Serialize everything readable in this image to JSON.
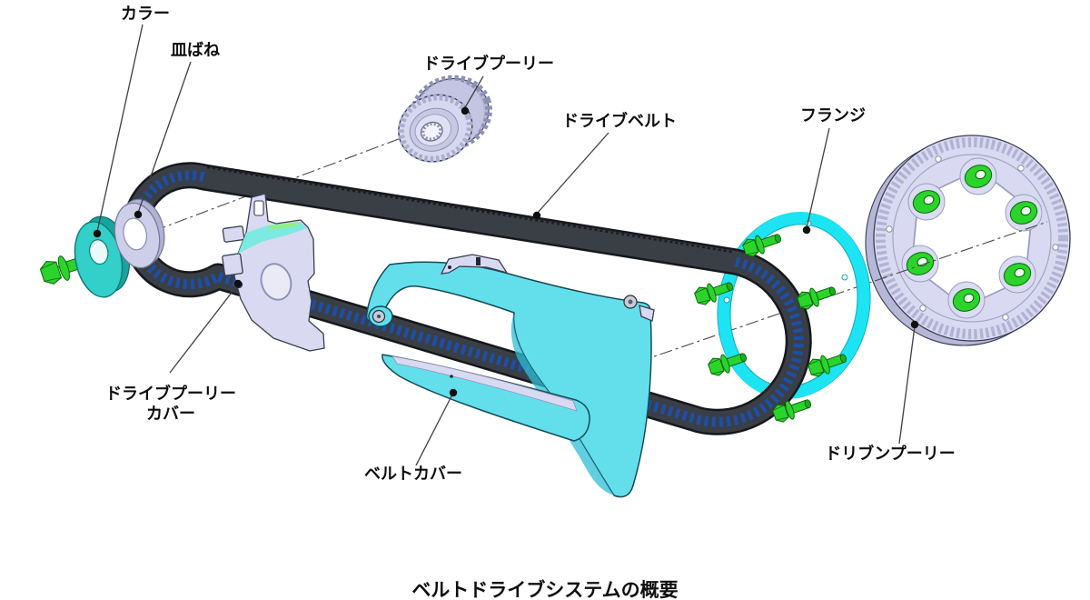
{
  "colors": {
    "bolt-green": "#2bd42b",
    "bolt-green-dark": "#0b660b",
    "flange-cyan": "#1de4f2",
    "cover-cyan": "#62dfeb",
    "part-lavender": "#d9daf1",
    "collar-teal": "#33cfc9",
    "belt-gray": "#3a3e45",
    "belt-edge": "#16181d",
    "teeth-blue": "#1d4fa8",
    "leader": "#3f3f3f",
    "ink": "#0f0f0f"
  },
  "labels": {
    "collar": "カラー",
    "disc_spring": "皿ばね",
    "drive_pulley": "ドライブプーリー",
    "drive_belt": "ドライブベルト",
    "flange": "フランジ",
    "drive_pulley_cover_line1": "ドライブプーリー",
    "drive_pulley_cover_line2": "カバー",
    "belt_cover": "ベルトカバー",
    "driven_pulley": "ドリブンプーリー"
  },
  "caption": "ベルトドライブシステムの概要"
}
